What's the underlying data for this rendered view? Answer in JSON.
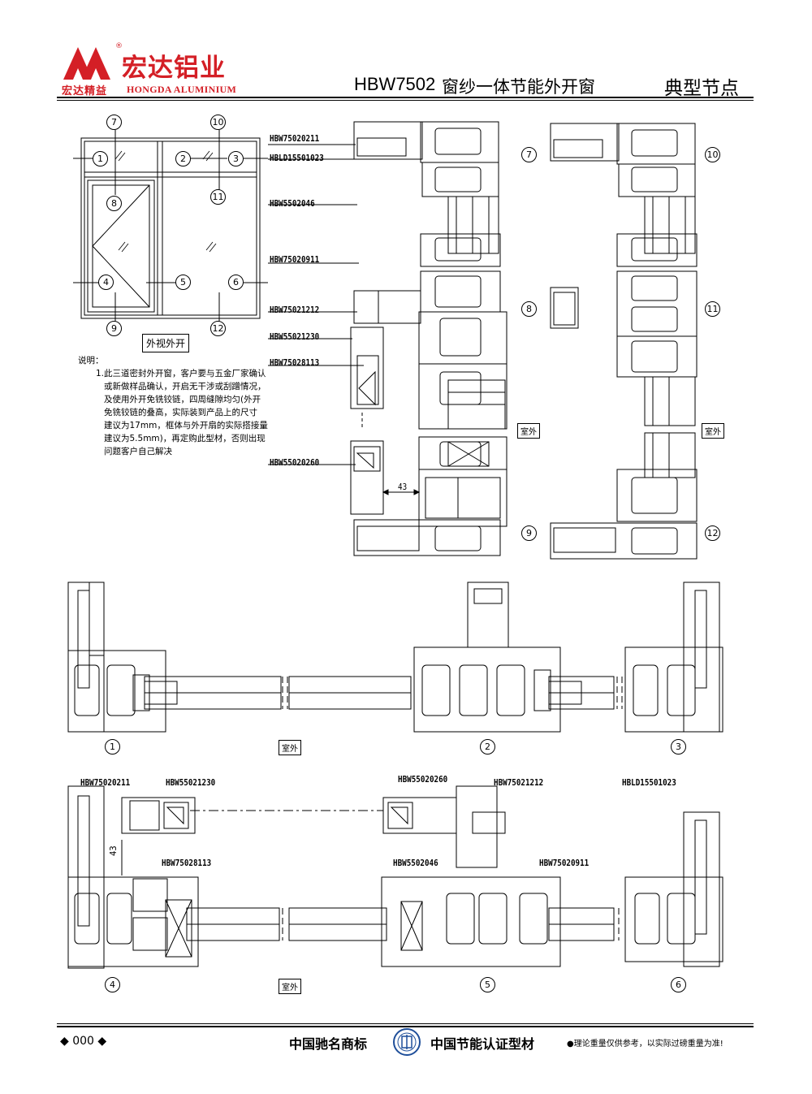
{
  "header": {
    "logo_cn": "宏达铝业",
    "logo_en": "HONGDA ALUMINIUM",
    "slogan": "宏达精益",
    "registered": "®",
    "model": "HBW7502",
    "title": "窗纱一体节能外开窗",
    "section": "典型节点"
  },
  "elevation": {
    "caption": "外视外开",
    "node_numbers": [
      "1",
      "2",
      "3",
      "4",
      "5",
      "6",
      "7",
      "8",
      "9",
      "10",
      "11",
      "12"
    ]
  },
  "notes": {
    "heading": "说明：",
    "lines": [
      "1.此三道密封外开窗，客户要与五金厂家确认",
      "或新做样品确认，开启无干涉或刮蹭情况，",
      "及使用外开免铣铰链，四周缝隙均匀(外开",
      "免铣铰链的叠高，实际装到产品上的尺寸",
      "建议为17mm，框体与外开扇的实际搭接量",
      "建议为5.5mm)，再定购此型材，否则出现",
      "问题客户自己解决"
    ]
  },
  "vertical_section": {
    "labels": [
      "HBW75020211",
      "HBLD15501023",
      "HBW5502046",
      "HBW75020911",
      "HBW75021212",
      "HBW55021230",
      "HBW75028113",
      "HBW55020260"
    ],
    "dimension": "43",
    "outdoor": "室外",
    "nodes_left": [
      "7",
      "8",
      "9"
    ],
    "nodes_right": [
      "10",
      "11",
      "12"
    ]
  },
  "horizontal_upper": {
    "nodes": [
      "1",
      "2",
      "3"
    ],
    "outdoor": "室外"
  },
  "horizontal_lower": {
    "labels": {
      "a": "HBW75020211",
      "b": "HBW55021230",
      "c": "HBW75028113",
      "d": "HBW55020260",
      "e": "HBW75021212",
      "f": "HBW5502046",
      "g": "HBW75020911",
      "h": "HBLD15501023"
    },
    "dimension": "43",
    "nodes": [
      "4",
      "5",
      "6"
    ],
    "outdoor": "室外"
  },
  "footer": {
    "page": "000",
    "trademark": "中国驰名商标",
    "cert": "中国节能认证型材",
    "disclaimer": "●理论重量仅供参考，以实际过磅重量为准!"
  },
  "colors": {
    "brand_red": "#d41f26",
    "line": "#000000"
  }
}
